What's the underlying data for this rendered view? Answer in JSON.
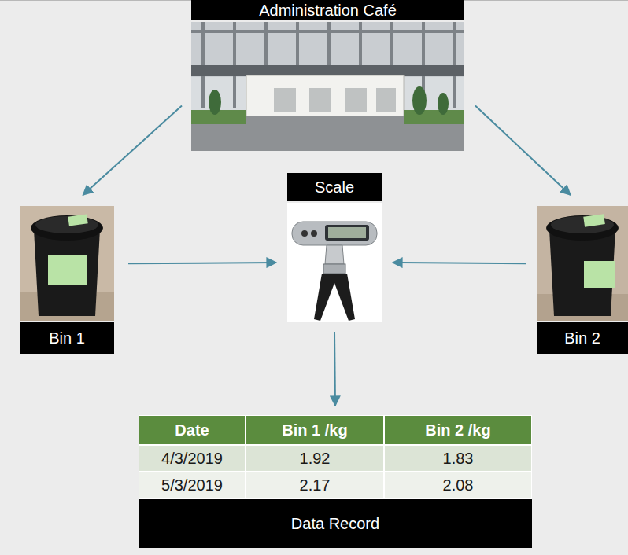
{
  "diagram": {
    "nodes": [
      {
        "text": [
          "Administration Café"
        ]
      },
      {
        "text": [
          "Bin 1"
        ]
      },
      {
        "text": [
          "Scale"
        ]
      },
      {
        "text": [
          "Bin 2"
        ]
      },
      {
        "text": [
          "Data Record"
        ]
      }
    ],
    "edges": [
      {
        "from": 0,
        "to": 1,
        "arrow": "to"
      },
      {
        "from": 0,
        "to": 3,
        "arrow": "to"
      },
      {
        "from": 1,
        "to": 2,
        "arrow": "to"
      },
      {
        "from": 3,
        "to": 2,
        "arrow": "to"
      },
      {
        "from": 2,
        "to": 4,
        "arrow": "to"
      }
    ],
    "labels": [
      "Date",
      "Bin 1 /kg",
      "Bin 2 /kg",
      "4/3/2019",
      "1.92",
      "1.83",
      "5/3/2019",
      "2.17",
      "2.08"
    ]
  }
}
